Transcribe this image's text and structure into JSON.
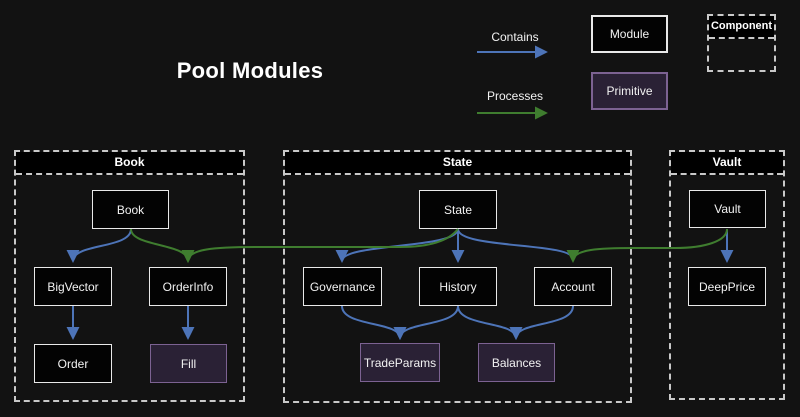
{
  "title": "Pool Modules",
  "legend": {
    "contains": "Contains",
    "processes": "Processes",
    "module": "Module",
    "primitive": "Primitive",
    "component": "Component"
  },
  "colors": {
    "background": "#121212",
    "module_fill": "#030303",
    "module_border": "#e9e9e9",
    "primitive_fill": "#2a2135",
    "primitive_border": "#7c6292",
    "contains_arrow": "#4d74b8",
    "processes_arrow": "#3f7d2f",
    "container_border": "#c9c9c9",
    "text": "#f2f2f2"
  },
  "containers": [
    {
      "title": "Book",
      "nodes": [
        {
          "label": "Book",
          "type": "module"
        },
        {
          "label": "BigVector",
          "type": "module"
        },
        {
          "label": "OrderInfo",
          "type": "module"
        },
        {
          "label": "Order",
          "type": "module"
        },
        {
          "label": "Fill",
          "type": "primitive"
        }
      ]
    },
    {
      "title": "State",
      "nodes": [
        {
          "label": "State",
          "type": "module"
        },
        {
          "label": "Governance",
          "type": "module"
        },
        {
          "label": "History",
          "type": "module"
        },
        {
          "label": "Account",
          "type": "module"
        },
        {
          "label": "TradeParams",
          "type": "primitive"
        },
        {
          "label": "Balances",
          "type": "primitive"
        }
      ]
    },
    {
      "title": "Vault",
      "nodes": [
        {
          "label": "Vault",
          "type": "module"
        },
        {
          "label": "DeepPrice",
          "type": "module"
        }
      ]
    }
  ],
  "edges": [
    {
      "from": "Book",
      "to": "BigVector",
      "type": "contains"
    },
    {
      "from": "Book",
      "to": "OrderInfo",
      "type": "processes"
    },
    {
      "from": "BigVector",
      "to": "Order",
      "type": "contains"
    },
    {
      "from": "OrderInfo",
      "to": "Fill",
      "type": "contains"
    },
    {
      "from": "State",
      "to": "Governance",
      "type": "contains"
    },
    {
      "from": "State",
      "to": "History",
      "type": "contains"
    },
    {
      "from": "State",
      "to": "Account",
      "type": "contains"
    },
    {
      "from": "State",
      "to": "OrderInfo",
      "type": "processes"
    },
    {
      "from": "Governance",
      "to": "TradeParams",
      "type": "contains"
    },
    {
      "from": "History",
      "to": "TradeParams",
      "type": "contains"
    },
    {
      "from": "History",
      "to": "Balances",
      "type": "contains"
    },
    {
      "from": "Account",
      "to": "Balances",
      "type": "contains"
    },
    {
      "from": "Vault",
      "to": "DeepPrice",
      "type": "contains"
    },
    {
      "from": "Vault",
      "to": "Account",
      "type": "processes"
    }
  ]
}
